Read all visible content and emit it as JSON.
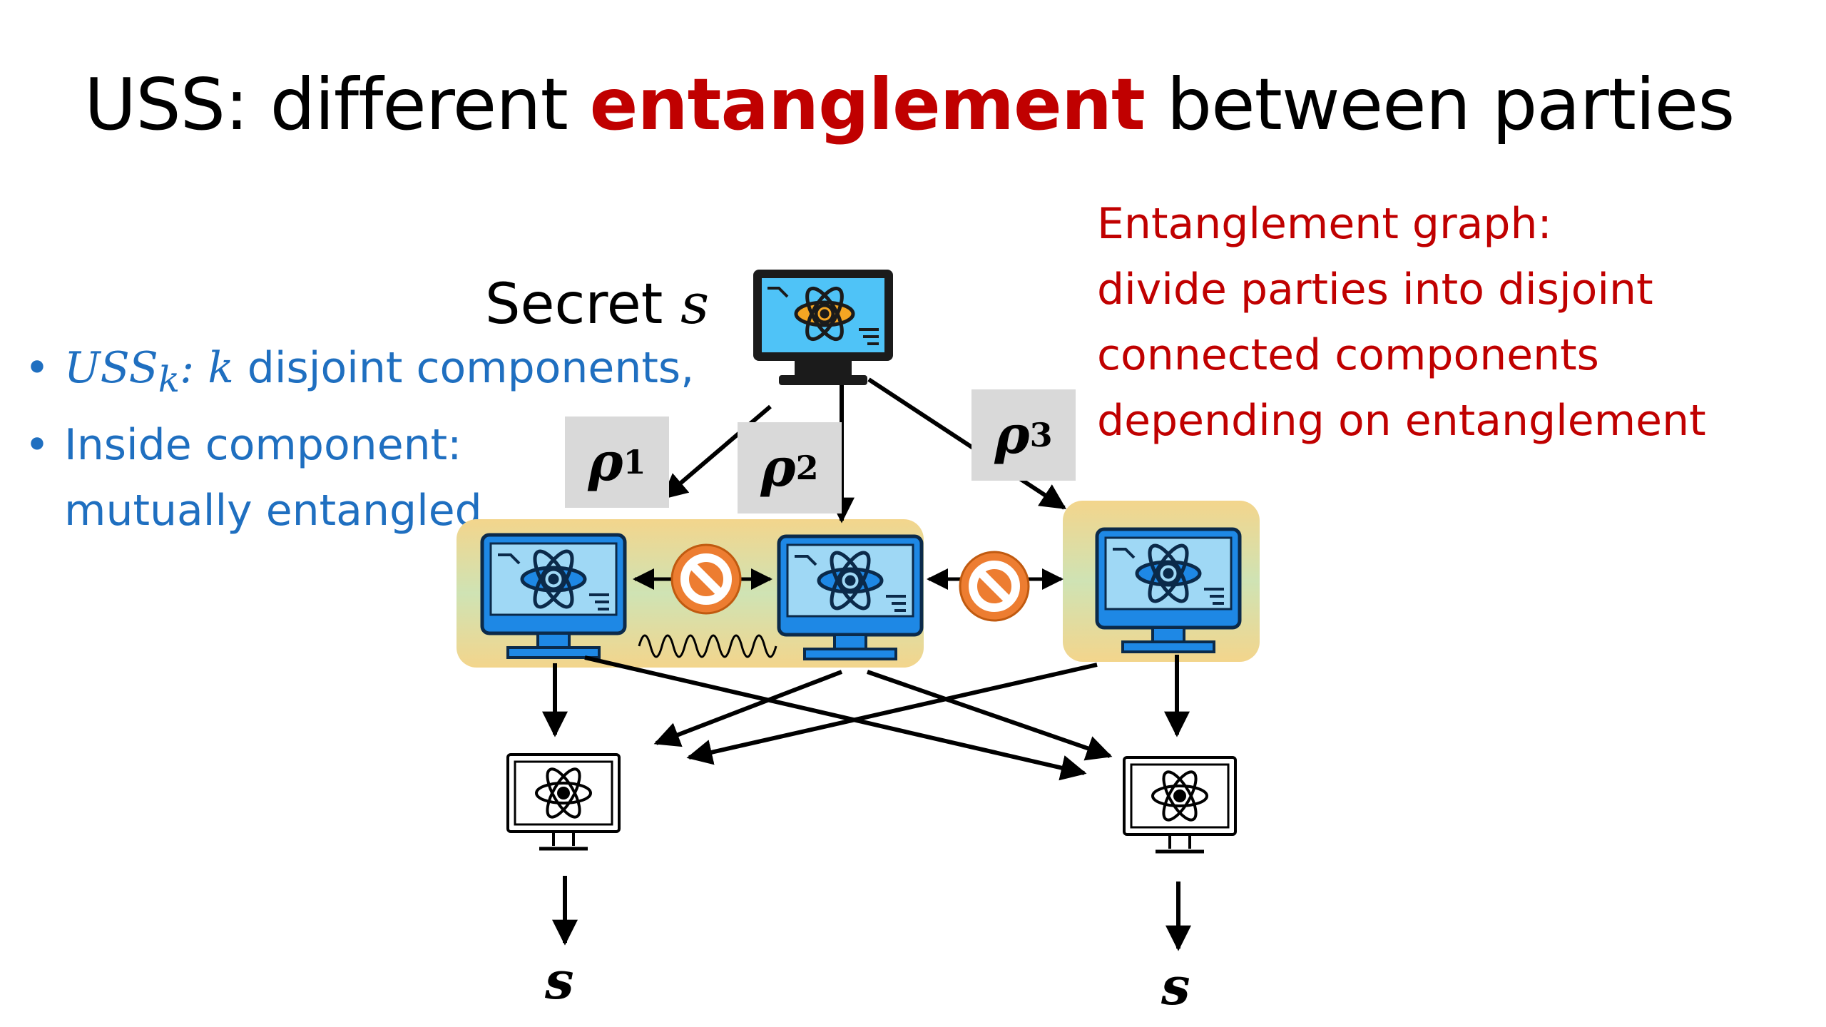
{
  "title": {
    "prefix": "USS: different ",
    "highlight": "entanglement",
    "suffix": " between parties"
  },
  "bullets": {
    "item1_math": "USS",
    "item1_sub": "k",
    "item1_colon": ":",
    "item1_k": "k",
    "item1_text": " disjoint components,",
    "item2_line1": "Inside component:",
    "item2_line2": "mutually entangled"
  },
  "note": {
    "line1": "Entanglement graph:",
    "line2": "divide parties into disjoint",
    "line3": "connected components",
    "line4": "depending on entanglement"
  },
  "secret": {
    "label": "Secret ",
    "symbol": "s"
  },
  "rho": [
    {
      "symbol": "ρ",
      "index": "1"
    },
    {
      "symbol": "ρ",
      "index": "2"
    },
    {
      "symbol": "ρ",
      "index": "3"
    }
  ],
  "outputs": [
    "s",
    "s"
  ],
  "colors": {
    "title_highlight": "#c00000",
    "bullet_text": "#1f6fc0",
    "note_text": "#c00000",
    "group_fill": "#f5d48a",
    "group_inner": "#c5e0b4",
    "monitor_blue": "#1e88e5",
    "screen_blue": "#9fd8f5",
    "no_sign": "#ed7d31"
  },
  "icons": [
    "quantum-computer-icon",
    "no-entanglement-icon",
    "wave-icon",
    "atom-monitor-icon"
  ]
}
